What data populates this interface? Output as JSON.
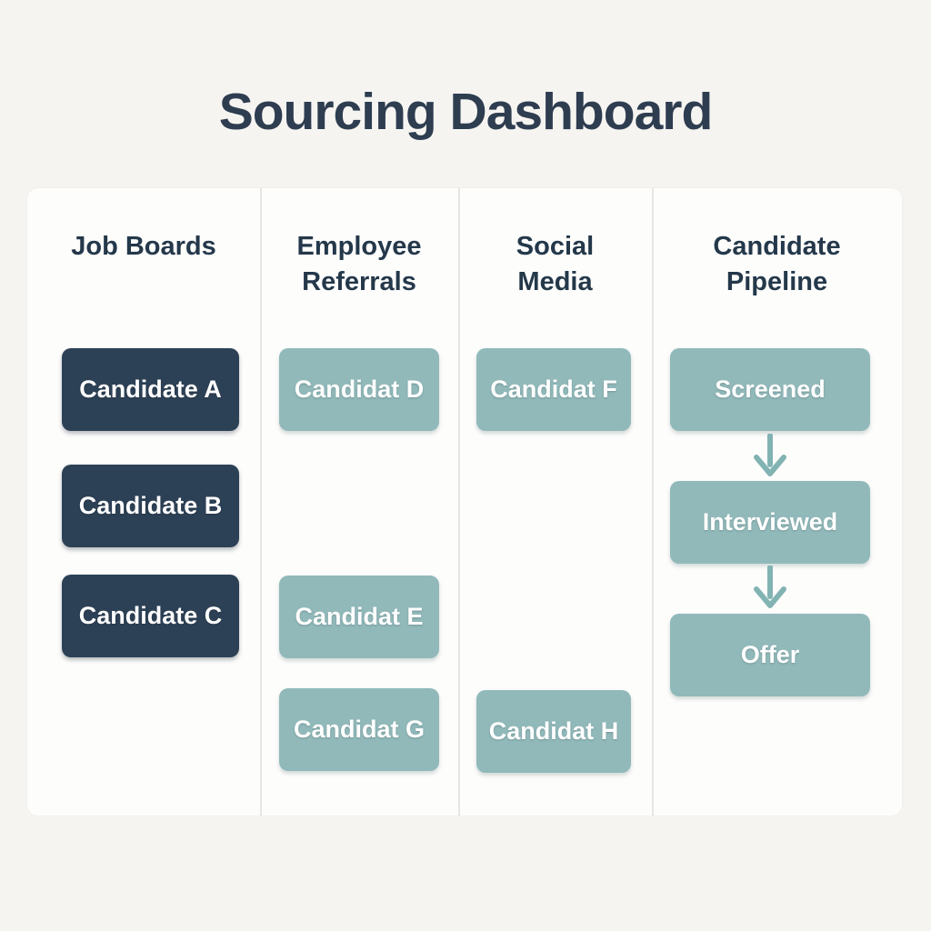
{
  "title": "Sourcing Dashboard",
  "columns": [
    {
      "id": "job-boards",
      "header": "Job Boards",
      "cards": [
        {
          "label": "Candidate A"
        },
        {
          "label": "Candidate B"
        },
        {
          "label": "Candidate C"
        }
      ]
    },
    {
      "id": "employee-referrals",
      "header": "Employee Referrals",
      "cards": [
        {
          "label": "Candidat D"
        },
        {
          "label": "Candidat E"
        },
        {
          "label": "Candidat G"
        }
      ]
    },
    {
      "id": "social-media",
      "header": "Social Media",
      "cards": [
        {
          "label": "Candidat F"
        },
        {
          "label": "Candidat H"
        }
      ]
    },
    {
      "id": "candidate-pipeline",
      "header": "Candidate Pipeline",
      "stages": [
        {
          "label": "Screened"
        },
        {
          "label": "Interviewed"
        },
        {
          "label": "Offer"
        }
      ]
    }
  ],
  "icons": {
    "pipeline_arrow": "down-arrow"
  },
  "colors": {
    "page_bg": "#f6f4f1",
    "panel_bg": "#fdfdfc",
    "divider": "#e8e6e2",
    "dark_card": "#2d4156",
    "teal_card": "#91b9ba",
    "arrow": "#82b3b3",
    "title_text": "#2e3d50",
    "header_text": "#24384a",
    "card_text": "#ffffff"
  }
}
